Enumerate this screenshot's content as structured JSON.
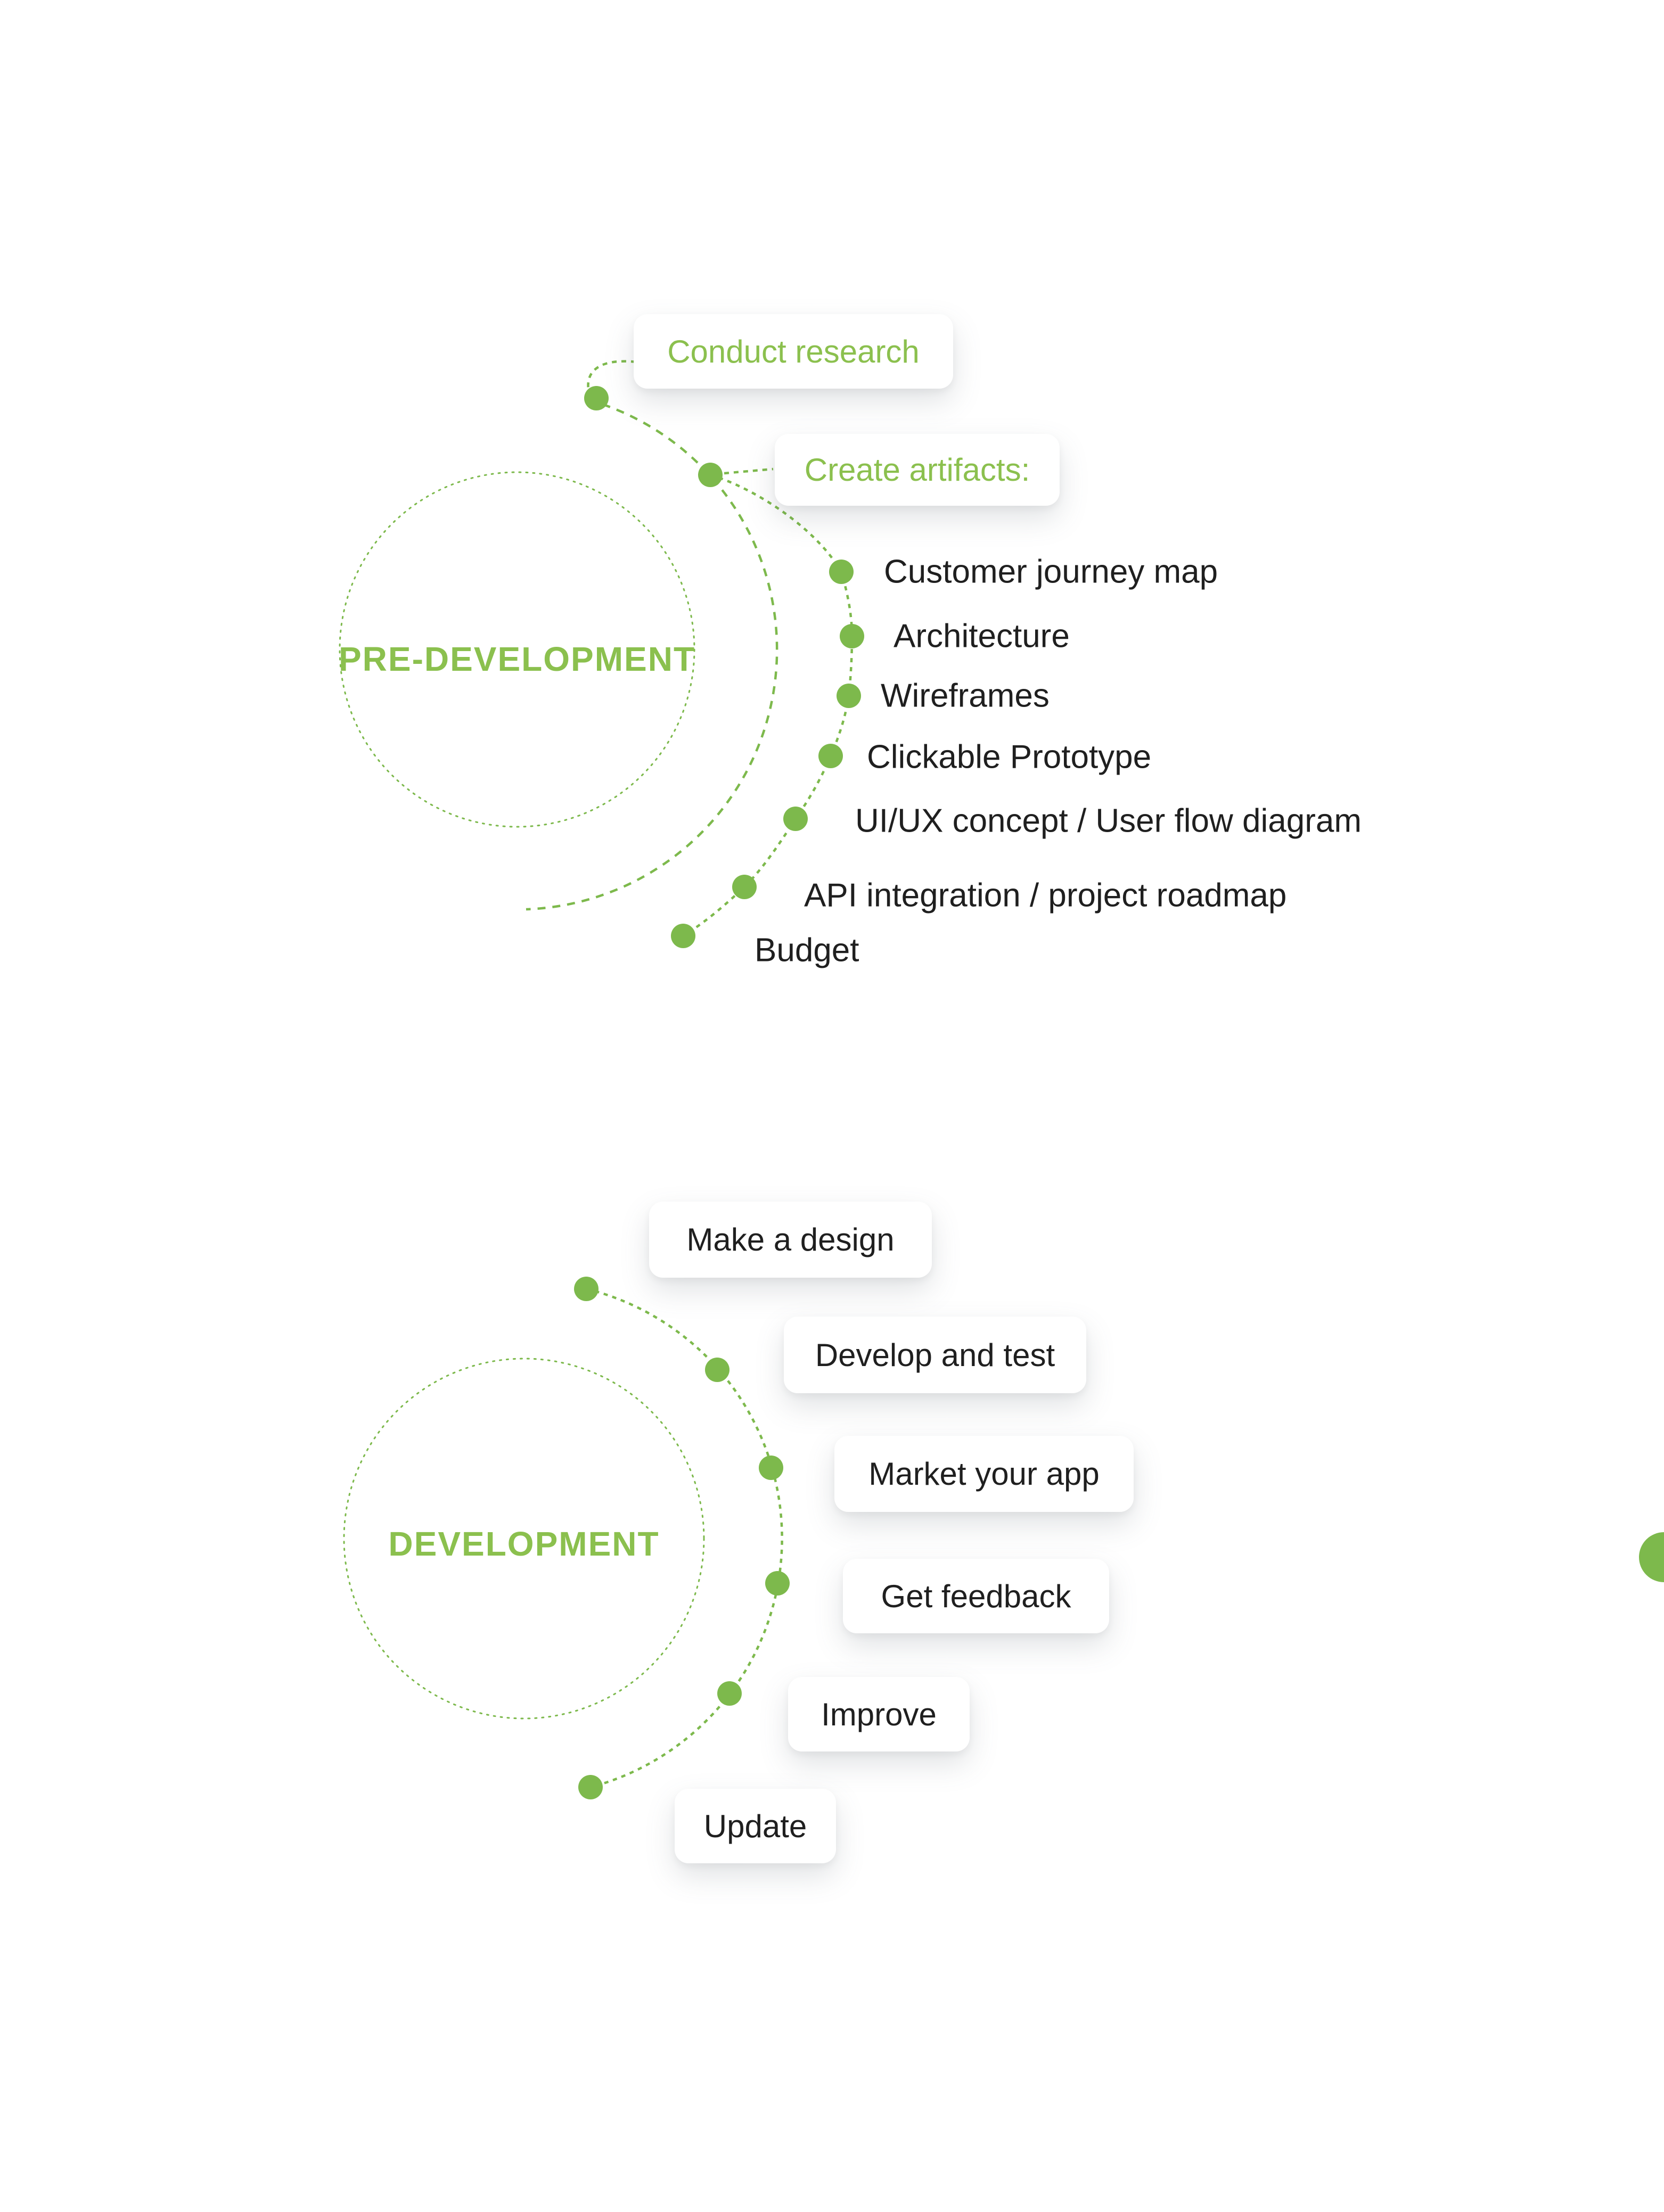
{
  "palette": {
    "accent_green": "#7db94c",
    "text_green": "#8bc04e",
    "text_dark": "#1f1f1f",
    "card_bg": "#ffffff"
  },
  "sections": [
    {
      "id": "pre_development",
      "circle_label": "PRE-DEVELOPMENT",
      "cards": [
        {
          "label": "Conduct research"
        },
        {
          "label": "Create artifacts:"
        }
      ],
      "items": [
        "Customer journey map",
        "Architecture",
        "Wireframes",
        "Clickable Prototype",
        "UI/UX concept / User flow diagram",
        "API integration / project roadmap",
        "Budget"
      ]
    },
    {
      "id": "development",
      "circle_label": "DEVELOPMENT",
      "cards": [
        {
          "label": "Make a design"
        },
        {
          "label": "Develop and test"
        },
        {
          "label": "Market your app"
        },
        {
          "label": "Get feedback"
        },
        {
          "label": "Improve"
        },
        {
          "label": "Update"
        }
      ]
    }
  ],
  "decor": {
    "edge_marker": "green-half-circle-right-edge"
  }
}
